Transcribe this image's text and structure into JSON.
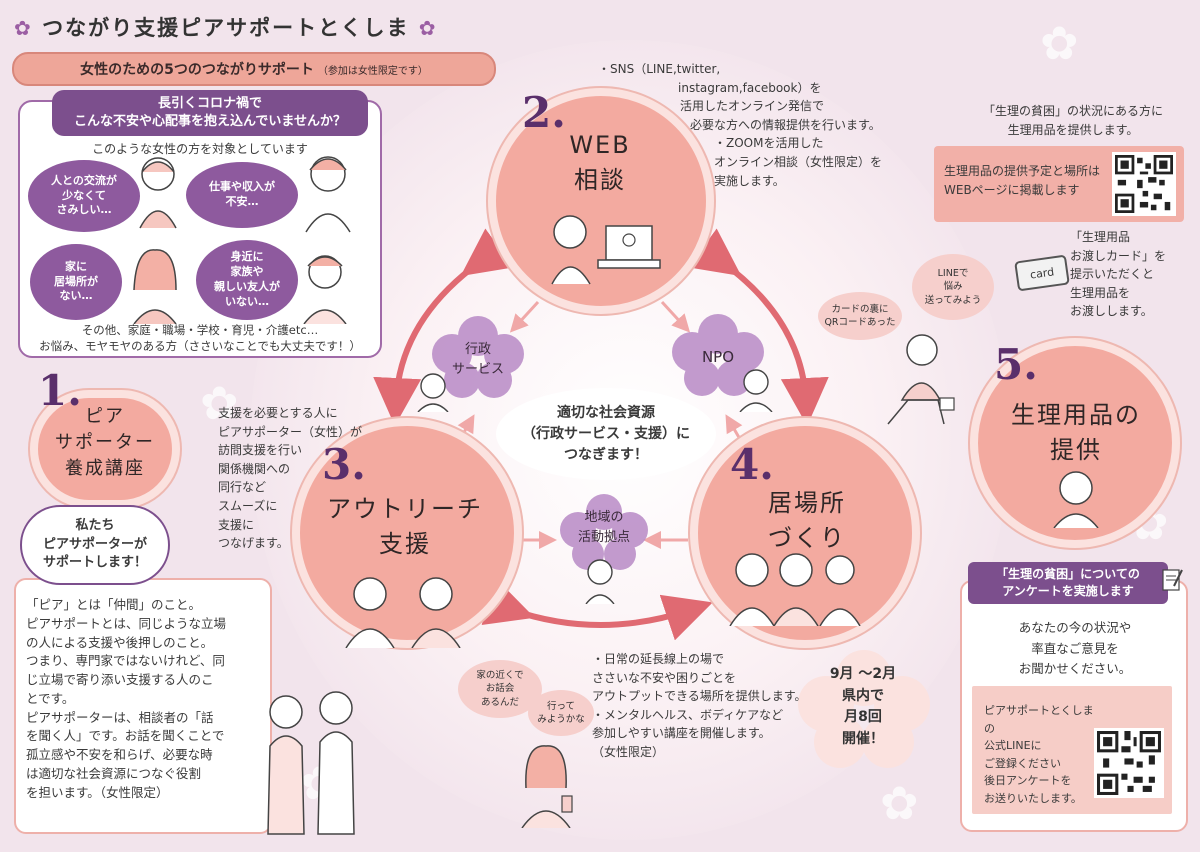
{
  "title": "つながり支援ピアサポートとくしま",
  "subtitle": {
    "main": "女性のための5つのつながりサポート",
    "note": "（参加は女性限定です）"
  },
  "left_panel": {
    "question_line1": "長引くコロナ禍で",
    "question_line2": "こんな不安や心配事を抱え込んでいませんか？",
    "target": "このような女性の方を対象としています",
    "worries": [
      {
        "line1": "人との交流が",
        "line2": "少なくて",
        "line3": "さみしい…"
      },
      {
        "line1": "仕事や収入が",
        "line2": "不安…",
        "line3": ""
      },
      {
        "line1": "家に",
        "line2": "居場所が",
        "line3": "ない…"
      },
      {
        "line1": "身近に",
        "line2": "家族や",
        "line3": "親しい友人が",
        "line4": "いない…"
      }
    ],
    "footer_line1": "その他、家庭・職場・学校・育児・介護etc…",
    "footer_line2": "お悩み、モヤモヤのある方（ささいなことでも大丈夫です！）"
  },
  "circles": {
    "c1": {
      "num": "1.",
      "line1": "ピア",
      "line2": "サポーター",
      "line3": "養成講座"
    },
    "c2": {
      "num": "2.",
      "line1": "WEB",
      "line2": "相談"
    },
    "c3": {
      "num": "3.",
      "line1": "アウトリーチ",
      "line2": "支援"
    },
    "c4": {
      "num": "4.",
      "line1": "居場所",
      "line2": "づくり"
    },
    "c5": {
      "num": "5.",
      "line1": "生理用品の",
      "line2": "提供"
    }
  },
  "center": {
    "line1": "適切な社会資源",
    "line2": "（行政サービス・支援）に",
    "line3": "つなぎます！"
  },
  "flowers": {
    "gov_line1": "行政",
    "gov_line2": "サービス",
    "npo": "NPO",
    "base_line1": "地域の",
    "base_line2": "活動拠点"
  },
  "web_text": [
    "・SNS（LINE,twitter,",
    "instagram,facebook）を",
    "活用したオンライン発信で",
    "必要な方への情報提供を行います。",
    "・ZOOMを活用した",
    "オンライン相談（女性限定）を",
    "実施します。"
  ],
  "outreach_text": [
    "支援を必要とする人に",
    "ピアサポーター（女性）が",
    "訪問支援を行い",
    "関係機関への",
    "同行など",
    "スムーズに",
    "支援に",
    "つなげます。"
  ],
  "ibasho_text": [
    "・日常の延長線上の場で",
    "ささいな不安や困りごとを",
    "アウトプットできる場所を提供します。",
    "・メンタルヘルス、ボディケアなど",
    "参加しやすい講座を開催します。",
    "（女性限定）"
  ],
  "speech": {
    "nearby_line1": "家の近くで",
    "nearby_line2": "お話会",
    "nearby_line3": "あるんだ",
    "go_line1": "行って",
    "go_line2": "みようかな",
    "qr_line1": "カードの裏に",
    "qr_line2": "QRコードあった",
    "line_line1": "LINEで",
    "line_line2": "悩み",
    "line_line3": "送ってみよう"
  },
  "schedule": {
    "line1": "9月 ～2月",
    "line2": "県内で",
    "line3": "月8回",
    "line4": "開催！"
  },
  "peer": {
    "bubble_line1": "私たち",
    "bubble_line2": "ピアサポーターが",
    "bubble_line3": "サポートします！",
    "text": [
      "「ピア」とは「仲間」のこと。",
      "ピアサポートとは、同じような立場",
      "の人による支援や後押しのこと。",
      "つまり、専門家ではないけれど、同",
      "じ立場で寄り添い支援する人のこ",
      "とです。",
      "ピアサポーターは、相談者の「話",
      "を聞く人」です。お話を聞くことで",
      "孤立感や不安を和らげ、必要な時",
      "は適切な社会資源につなぐ役割",
      "を担います。（女性限定）"
    ]
  },
  "right": {
    "top_line1": "「生理の貧困」の状況にある方に",
    "top_line2": "生理用品を提供します。",
    "qr_line1": "生理用品の提供予定と場所は",
    "qr_line2": "WEBページに掲載します",
    "card_label": "card",
    "card_text": [
      "「生理用品",
      "お渡しカード」を",
      "提示いただくと",
      "生理用品を",
      "お渡しします。"
    ]
  },
  "survey": {
    "title_line1": "「生理の貧困」についての",
    "title_line2": "アンケートを実施します",
    "text_line1": "あなたの今の状況や",
    "text_line2": "率直なご意見を",
    "text_line3": "お聞かせください。",
    "inner": [
      "ピアサポートとくしまの",
      "公式LINEに",
      "ご登録ください",
      "後日アンケートを",
      "お送りいたします。"
    ]
  },
  "colors": {
    "background": "#f2e4ec",
    "circle_fill": "#f3aaa0",
    "accent_purple": "#7c4f8d",
    "arrow": "#e06a72",
    "flower": "#b88ac6"
  }
}
